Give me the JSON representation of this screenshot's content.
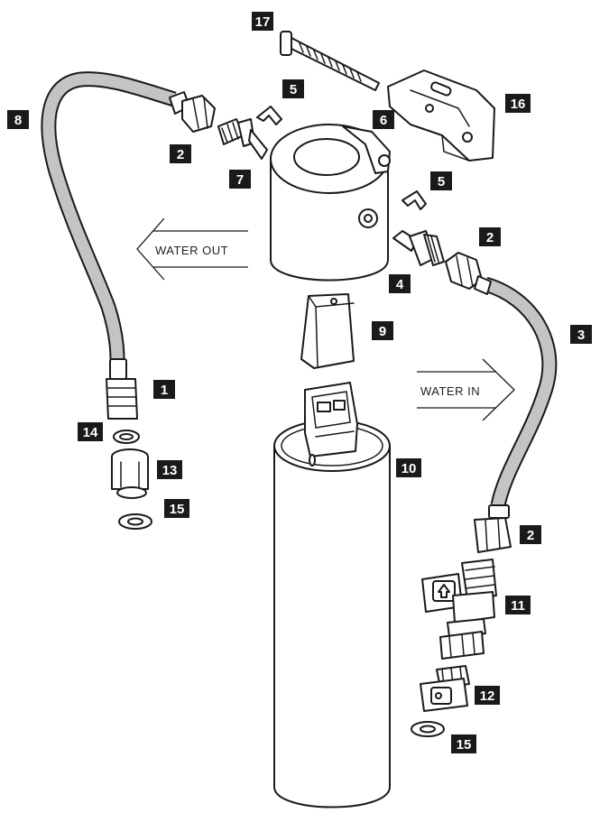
{
  "flow_labels": {
    "water_out": "WATER OUT",
    "water_in": "WATER IN"
  },
  "callouts": {
    "c17": "17",
    "c8": "8",
    "c5_top": "5",
    "c16": "16",
    "c6": "6",
    "c2_left": "2",
    "c7": "7",
    "c5_right": "5",
    "c2_right": "2",
    "c4": "4",
    "c3": "3",
    "c9": "9",
    "c1": "1",
    "c14": "14",
    "c13": "13",
    "c15_left": "15",
    "c10": "10",
    "c2_bottom": "2",
    "c11": "11",
    "c12": "12",
    "c15_right": "15"
  },
  "colors": {
    "callout_fill": "#1a1a1a",
    "callout_text": "#ffffff",
    "line_art": "#1a1a1a",
    "hose_fill": "#c4c4c4"
  }
}
